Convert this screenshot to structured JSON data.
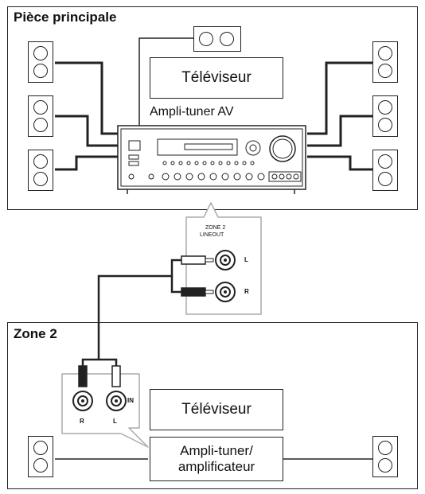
{
  "main_room": {
    "title": "Pièce principale"
  },
  "zone2": {
    "title": "Zone 2"
  },
  "labels": {
    "tv_main": "Téléviseur",
    "receiver_main": "Ampli-tuner AV",
    "zone_out_line1": "ZONE 2",
    "zone_out_line2": "LINEOUT",
    "jack_l": "L",
    "jack_r": "R",
    "in_label": "IN",
    "in_r": "R",
    "in_l": "L",
    "tv_zone2": "Téléviseur",
    "amp_zone2_line1": "Ampli-tuner/",
    "amp_zone2_line2": "amplificateur"
  }
}
